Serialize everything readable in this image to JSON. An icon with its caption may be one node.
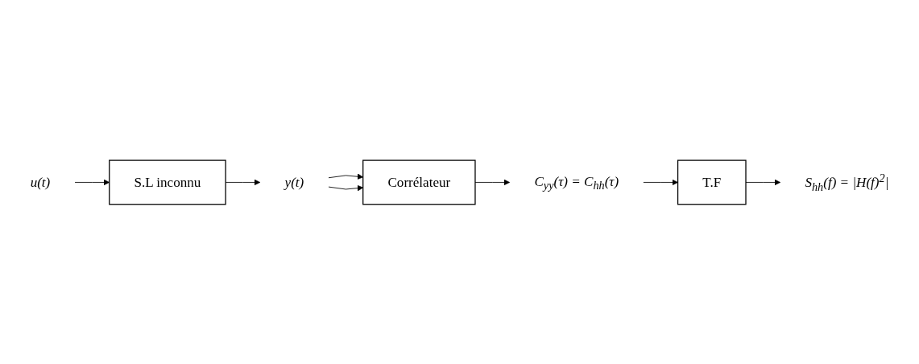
{
  "diagram": {
    "nodes": [
      {
        "text": [
          "u(t)"
        ]
      },
      {
        "text": [
          "S.L inconnu"
        ]
      },
      {
        "text": [
          "y(t)"
        ]
      },
      {
        "text": [
          "Corrélateur"
        ]
      },
      {
        "text": [
          "C$_{yy}$(τ) = C$_{hh}$(τ)"
        ]
      },
      {
        "text": [
          "T.F"
        ]
      },
      {
        "text": [
          "S$_{hh}$(f) = |H(f)$^{2}$|"
        ]
      }
    ],
    "edges": [
      {
        "from": 0,
        "to": 1,
        "arrow": "to"
      },
      {
        "from": 1,
        "to": 2,
        "arrow": "to"
      },
      {
        "from": 2,
        "to": 3,
        "arrow": "to"
      },
      {
        "from": 2,
        "to": 3,
        "arrow": "to"
      },
      {
        "from": 3,
        "to": 4,
        "arrow": "to"
      },
      {
        "from": 4,
        "to": 5,
        "arrow": "to"
      },
      {
        "from": 5,
        "to": 6,
        "arrow": "to"
      }
    ]
  }
}
